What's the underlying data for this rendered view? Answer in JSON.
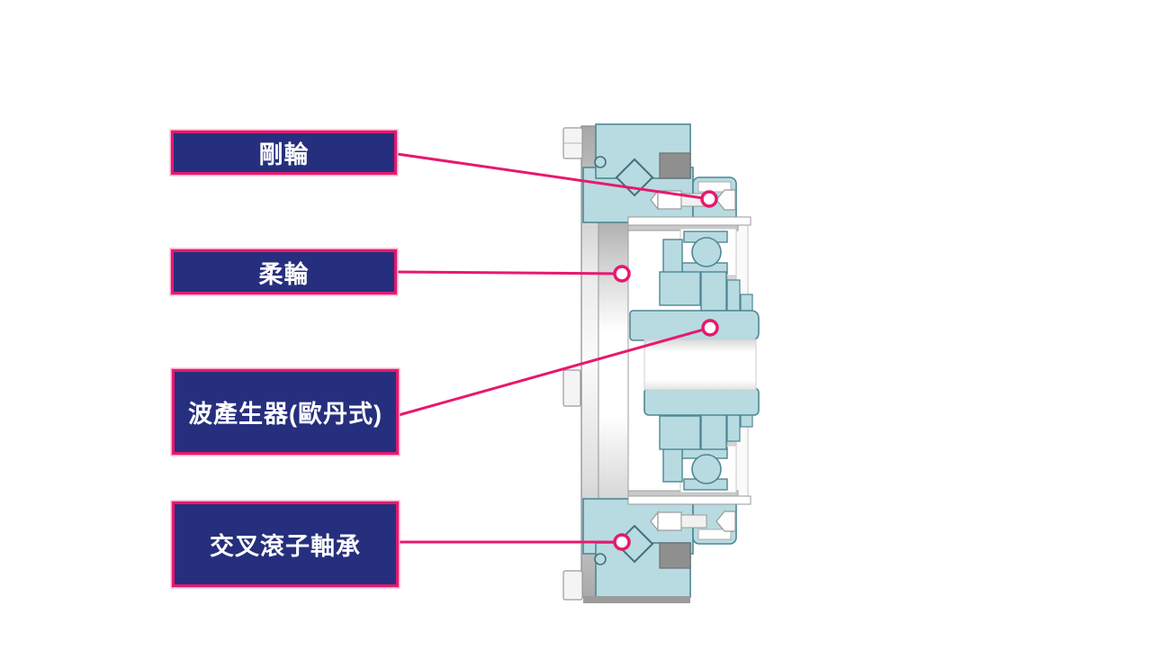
{
  "labels": [
    {
      "text": "剛輪"
    },
    {
      "text": "柔輪"
    },
    {
      "text": "波產生器(歐丹式)"
    },
    {
      "text": "交叉滾子軸承"
    }
  ],
  "colors": {
    "background": "#ffffff",
    "label_bg": "#262f7d",
    "label_border": "#e8186d",
    "label_text": "#ffffff",
    "leader_line": "#e8186d",
    "diagram_fill": "#b7dbe0",
    "diagram_stroke": "#4f8795",
    "metal_gray": "#9b9b9b"
  }
}
